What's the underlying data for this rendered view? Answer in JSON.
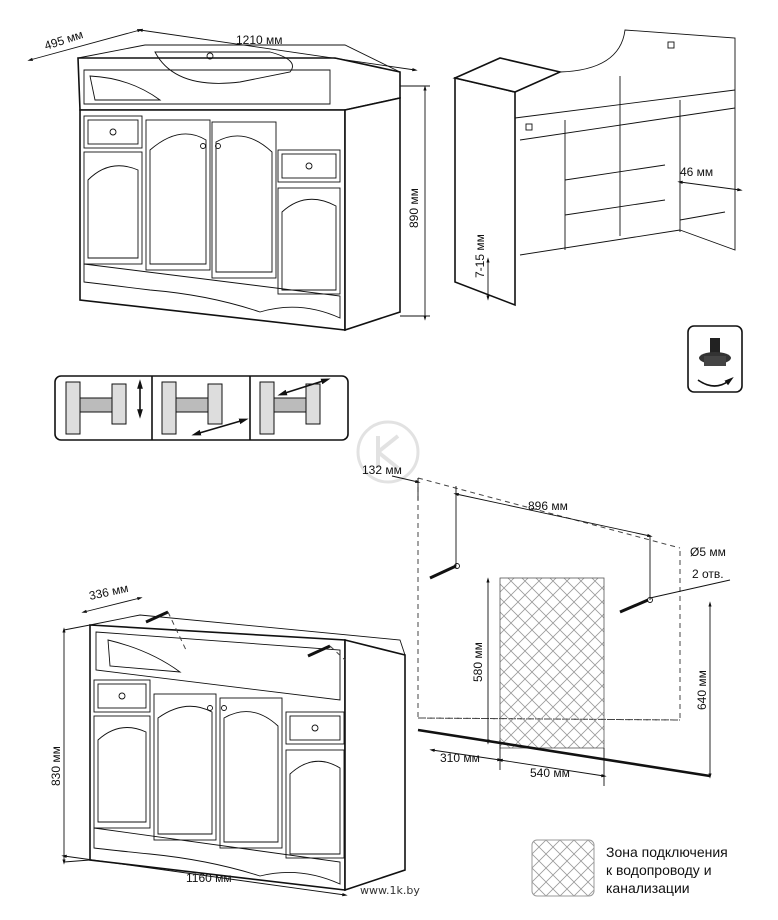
{
  "top_dimensions": {
    "depth": "495 мм",
    "width": "1210 мм",
    "height": "890 мм",
    "leg_adjust": "7-15 мм",
    "side_offset": "46 мм"
  },
  "mount_dimensions": {
    "left_offset": "132 мм",
    "hole_spacing": "896 мм",
    "hole_diameter": "Ø5 мм",
    "hole_count": "2 отв.",
    "zone_height": "580 мм",
    "mount_height": "640 мм",
    "zone_left": "310 мм",
    "zone_width": "540 мм",
    "body_height": "830 мм",
    "body_depth": "336 мм",
    "body_width": "1160 мм"
  },
  "legend": {
    "line1": "Зона подключения",
    "line2": "к водопроводу и",
    "line3": "канализации"
  },
  "watermark": "www.1k.by",
  "icons": {
    "hinge_steps": [
      "hinge-vertical-adjust-icon",
      "hinge-depth-adjust-icon",
      "hinge-side-adjust-icon"
    ],
    "leg": "adjustable-leg-icon"
  }
}
